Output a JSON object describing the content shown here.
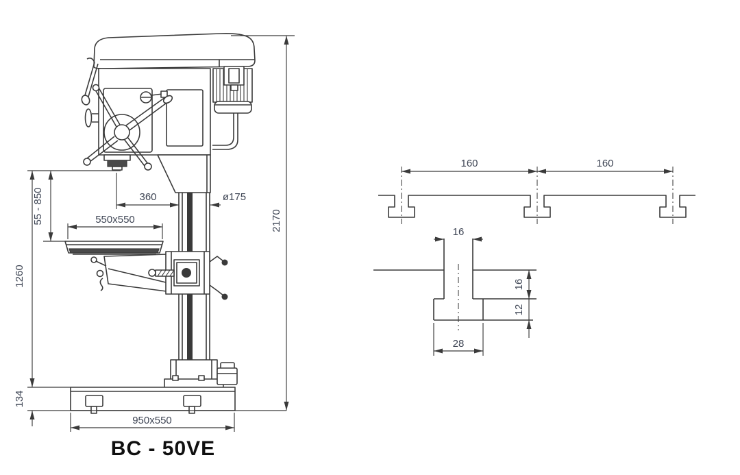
{
  "drawing": {
    "model_label": "BC - 50VE",
    "front_view": {
      "dim_total_height": "2170",
      "dim_throat": "360",
      "dim_column_diameter": "ø175",
      "dim_table_size": "550x550",
      "dim_spindle_table_range": "55 - 850",
      "dim_spindle_base": "1260",
      "dim_base_height": "134",
      "dim_base_size": "950x550"
    },
    "slot_pitch_view": {
      "dim_pitch_1": "160",
      "dim_pitch_2": "160"
    },
    "slot_section_view": {
      "dim_slot_width": "16",
      "dim_neck_depth": "16",
      "dim_undercut_depth": "12",
      "dim_undercut_width": "28"
    }
  },
  "colors": {
    "line": "#3a3a3a",
    "dim_text": "#3e4554",
    "model_text": "#101010",
    "background": "#ffffff"
  }
}
